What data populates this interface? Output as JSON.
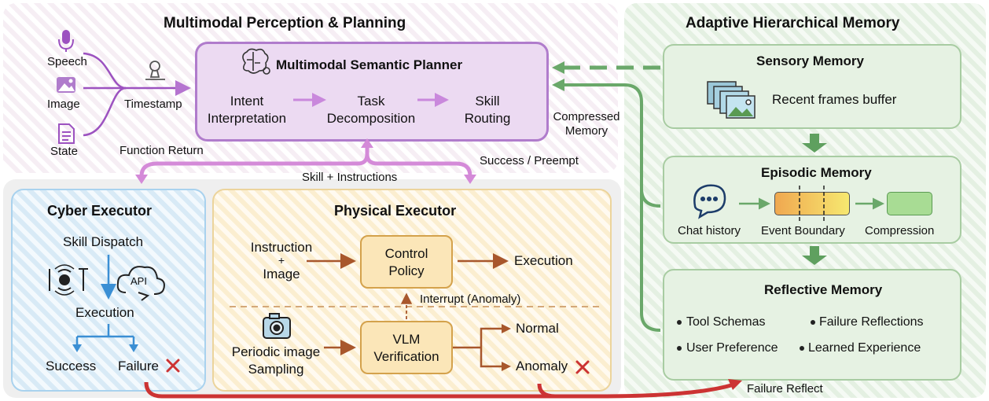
{
  "perception": {
    "title": "Multimodal Perception & Planning",
    "inputs": [
      "Speech",
      "Image",
      "State"
    ],
    "timestamp": "Timestamp",
    "planner_title": "Multimodal Semantic Planner",
    "steps": [
      {
        "line1": "Intent",
        "line2": "Interpretation"
      },
      {
        "line1": "Task",
        "line2": "Decomposition"
      },
      {
        "line1": "Skill",
        "line2": "Routing"
      }
    ],
    "function_return": "Function Return",
    "skill_instructions": "Skill + Instructions",
    "success_preempt": "Success / Preempt",
    "compressed_memory_line1": "Compressed",
    "compressed_memory_line2": "Memory"
  },
  "cyber": {
    "title": "Cyber Executor",
    "skill_dispatch": "Skill Dispatch",
    "api": "API",
    "execution": "Execution",
    "success": "Success",
    "failure": "Failure"
  },
  "physical": {
    "title": "Physical Executor",
    "instruction_line1": "Instruction",
    "instruction_plus": "+",
    "instruction_line2": "Image",
    "control_line1": "Control",
    "control_line2": "Policy",
    "execution": "Execution",
    "interrupt": "Interrupt (Anomaly)",
    "sampling_line1": "Periodic image",
    "sampling_line2": "Sampling",
    "vlm_line1": "VLM",
    "vlm_line2": "Verification",
    "normal": "Normal",
    "anomaly": "Anomaly"
  },
  "memory": {
    "title": "Adaptive Hierarchical Memory",
    "sensory_title": "Sensory Memory",
    "sensory_text": "Recent frames buffer",
    "episodic_title": "Episodic Memory",
    "chat_history": "Chat history",
    "event_boundary": "Event Boundary",
    "compression": "Compression",
    "reflective_title": "Reflective Memory",
    "bullets": [
      "Tool Schemas",
      "Failure Reflections",
      "User Preference",
      "Learned Experience"
    ],
    "failure_reflect": "Failure Reflect"
  },
  "colors": {
    "purple": "#a35fc6",
    "green": "#6aa86a",
    "brown": "#a8572c",
    "blue": "#3b8fd4",
    "red": "#cc3333"
  }
}
